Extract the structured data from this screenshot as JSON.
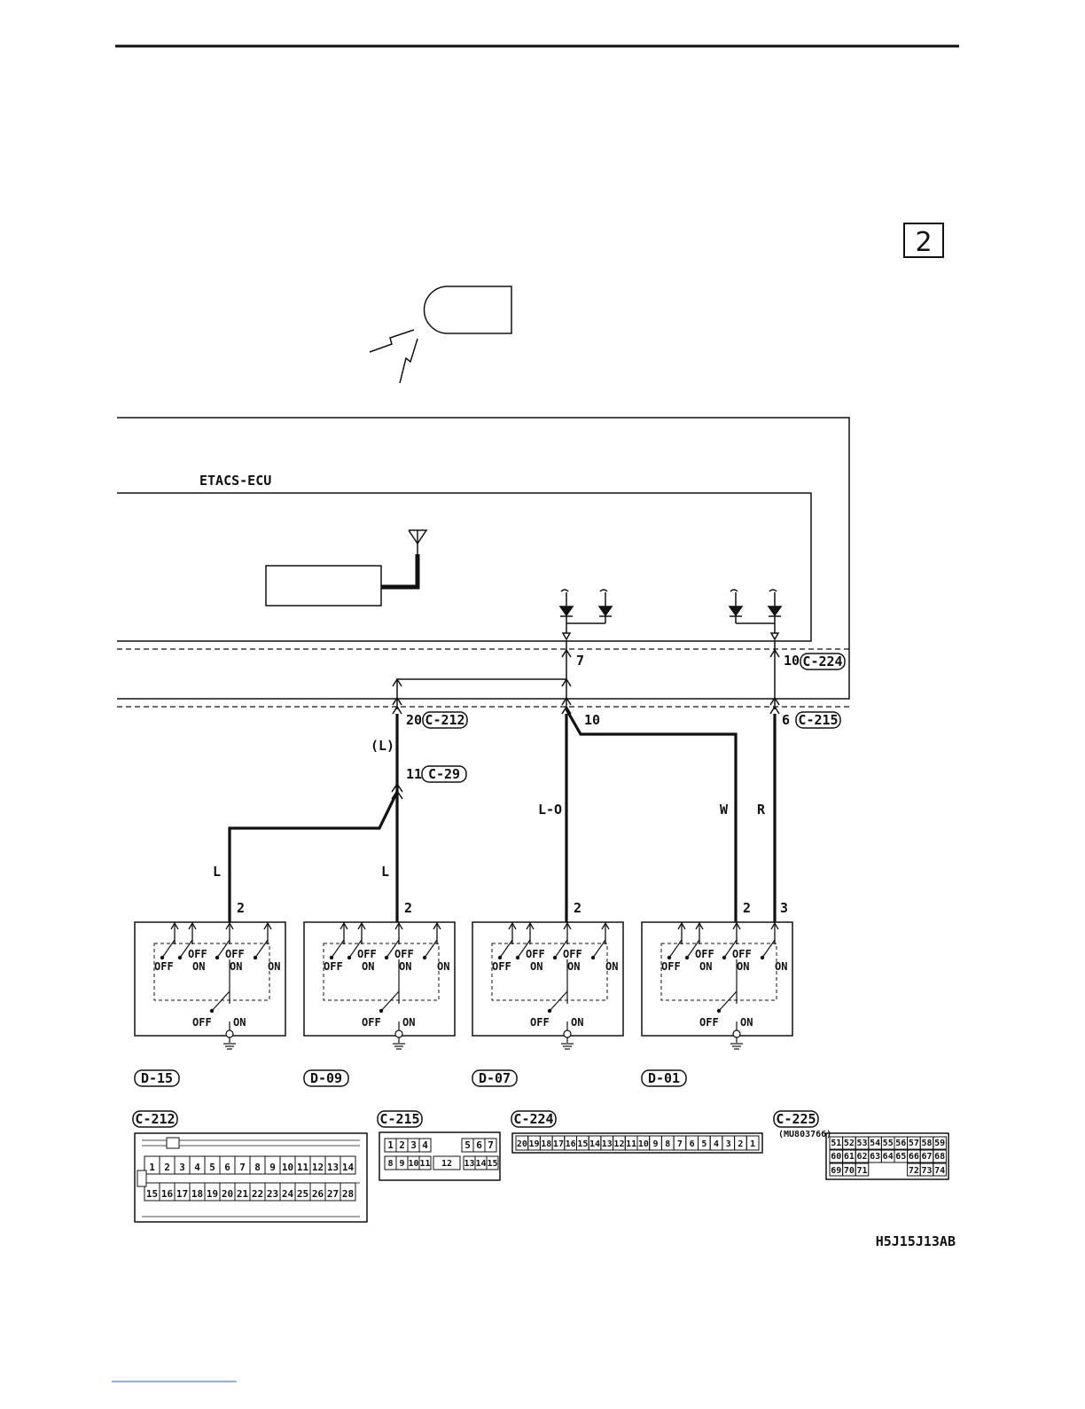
{
  "page_number": "2",
  "ecu_label": "ETACS-ECU",
  "drawing_code": "H5J15J13AB",
  "junctions": {
    "j7": "7",
    "j10_top": "10",
    "c224_ref": "C-224",
    "j20": "20",
    "c212_ref": "C-212",
    "j6": "6",
    "c215_ref": "C-215",
    "j10_mid": "10",
    "j11": "11",
    "c29_ref": "C-29"
  },
  "wire_colors": {
    "l_paren": "(L)",
    "l1": "L",
    "l2": "L",
    "lo": "L-O",
    "w": "W",
    "r": "R"
  },
  "switches": [
    {
      "ref": "D-15",
      "pin_a": "2",
      "off_l": "OFF",
      "off_a": "OFF",
      "off_b": "OFF",
      "on_r": "ON",
      "on_a": "ON",
      "on_b": "ON",
      "bot_off": "OFF",
      "bot_on": "ON"
    },
    {
      "ref": "D-09",
      "pin_a": "2",
      "off_l": "OFF",
      "off_a": "OFF",
      "off_b": "OFF",
      "on_r": "ON",
      "on_a": "ON",
      "on_b": "ON",
      "bot_off": "OFF",
      "bot_on": "ON"
    },
    {
      "ref": "D-07",
      "pin_a": "2",
      "off_l": "OFF",
      "off_a": "OFF",
      "off_b": "OFF",
      "on_r": "ON",
      "on_a": "ON",
      "on_b": "ON",
      "bot_off": "OFF",
      "bot_on": "ON"
    },
    {
      "ref": "D-01",
      "pin_a": "2",
      "pin_b": "3",
      "off_l": "OFF",
      "off_a": "OFF",
      "off_b": "OFF",
      "on_r": "ON",
      "on_a": "ON",
      "on_b": "ON",
      "bot_off": "OFF",
      "bot_on": "ON"
    }
  ],
  "connectors": {
    "c212": {
      "ref": "C-212",
      "row1": [
        "1",
        "2",
        "3",
        "4",
        "5",
        "6",
        "7",
        "8",
        "9",
        "10",
        "11",
        "12",
        "13",
        "14"
      ],
      "row2": [
        "15",
        "16",
        "17",
        "18",
        "19",
        "20",
        "21",
        "22",
        "23",
        "24",
        "25",
        "26",
        "27",
        "28"
      ]
    },
    "c215": {
      "ref": "C-215",
      "row1": [
        "1",
        "2",
        "3",
        "4",
        "5",
        "6",
        "7"
      ],
      "row2": [
        "8",
        "9",
        "10",
        "11",
        "12",
        "13",
        "14",
        "15"
      ]
    },
    "c224": {
      "ref": "C-224",
      "pins": [
        "20",
        "19",
        "18",
        "17",
        "16",
        "15",
        "14",
        "13",
        "12",
        "11",
        "10",
        "9",
        "8",
        "7",
        "6",
        "5",
        "4",
        "3",
        "2",
        "1"
      ]
    },
    "c225": {
      "ref": "C-225",
      "part": "(MU803766)",
      "row1": [
        "51",
        "52",
        "53",
        "54",
        "55",
        "56",
        "57",
        "58",
        "59"
      ],
      "row2": [
        "60",
        "61",
        "62",
        "63",
        "64",
        "65",
        "66",
        "67",
        "68"
      ],
      "row3": [
        "69",
        "70",
        "71",
        "72",
        "73",
        "74"
      ]
    }
  }
}
